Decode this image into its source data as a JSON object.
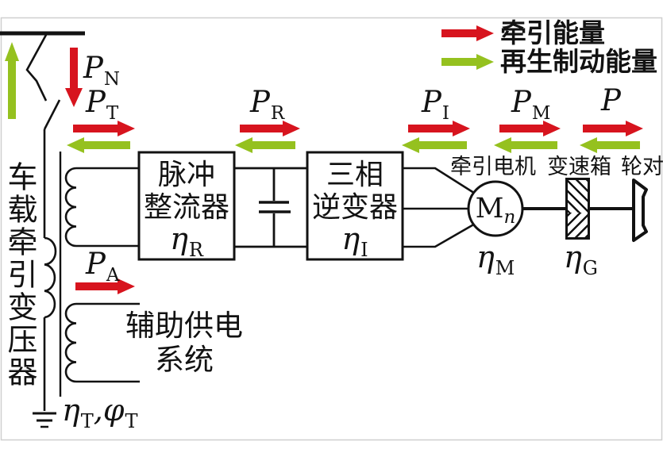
{
  "colors": {
    "ink": "#121212",
    "traction_red": "#d7141e",
    "regen_green": "#95c11f"
  },
  "legend": {
    "traction_label": "牵引能量",
    "regen_label": "再生制动能量"
  },
  "labels": {
    "p_n": {
      "base": "P",
      "sub": "N"
    },
    "p_t": {
      "base": "P",
      "sub": "T"
    },
    "p_a": {
      "base": "P",
      "sub": "A"
    },
    "p_r": {
      "base": "P",
      "sub": "R"
    },
    "p_i": {
      "base": "P",
      "sub": "I"
    },
    "p_m": {
      "base": "P",
      "sub": "M"
    },
    "p": {
      "base": "P",
      "sub": ""
    }
  },
  "transformer": {
    "name": "车载牵引变压器",
    "eta": {
      "p1_base": "η",
      "p1_sub": "T",
      "p2_base": ",φ",
      "p2_sub": "T"
    }
  },
  "rectifier": {
    "line1": "脉冲",
    "line2": "整流器",
    "eta_base": "η",
    "eta_sub": "R"
  },
  "inverter": {
    "line1": "三相",
    "line2": "逆变器",
    "eta_base": "η",
    "eta_sub": "I"
  },
  "aux_supply": {
    "line1": "辅助供电",
    "line2": "系统"
  },
  "motor": {
    "title": "牵引电机",
    "symbol_base": "M",
    "symbol_sub": "n",
    "eta_base": "η",
    "eta_sub": "M"
  },
  "gearbox": {
    "title": "变速箱",
    "eta_base": "η",
    "eta_sub": "G"
  },
  "wheelset": {
    "title": "轮对"
  }
}
